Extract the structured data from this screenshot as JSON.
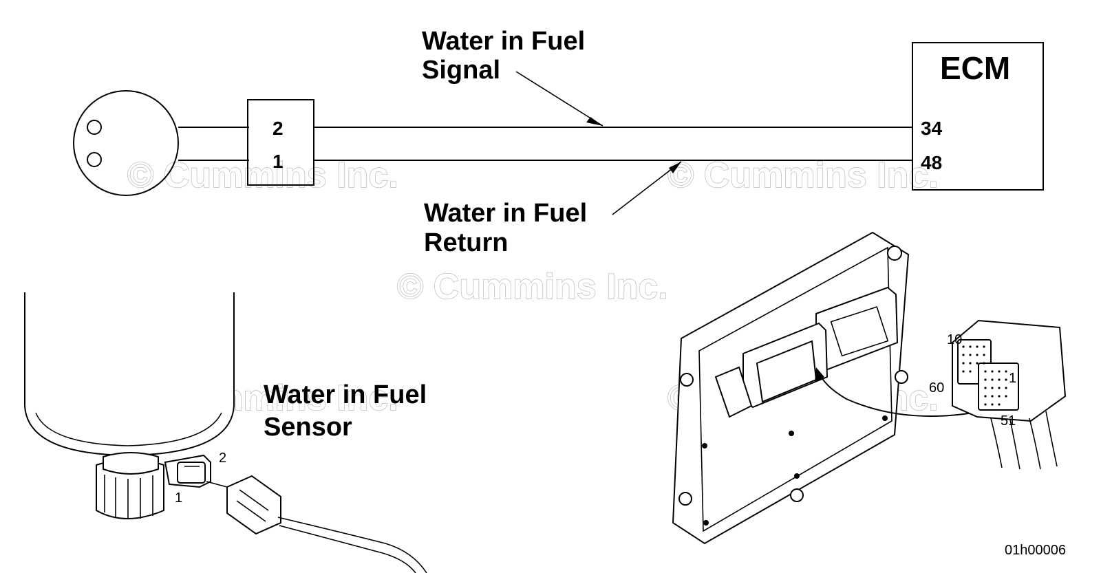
{
  "schematic": {
    "signal_label_line1": "Water in Fuel",
    "signal_label_line2": "Signal",
    "return_label_line1": "Water in Fuel",
    "return_label_line2": "Return",
    "connector_pin_top": "2",
    "connector_pin_bottom": "1",
    "ecm_title": "ECM",
    "ecm_pin_signal": "34",
    "ecm_pin_return": "48"
  },
  "sensor_view": {
    "title_line1": "Water in Fuel",
    "title_line2": "Sensor",
    "pin_2": "2",
    "pin_1": "1"
  },
  "ecm_view": {
    "pin_10": "10",
    "pin_60": "60",
    "pin_51": "51",
    "pin_1": "1"
  },
  "watermark": "© Cummins Inc.",
  "figure_id": "01h00006"
}
